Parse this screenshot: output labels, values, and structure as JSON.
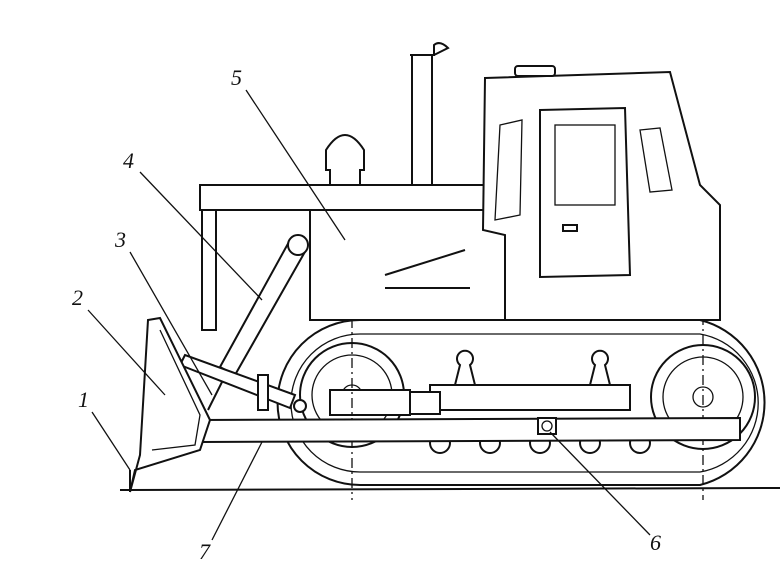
{
  "diagram": {
    "subject": "bulldozer",
    "labels": [
      {
        "number": "1"
      },
      {
        "number": "2"
      },
      {
        "number": "3"
      },
      {
        "number": "4"
      },
      {
        "number": "5"
      },
      {
        "number": "6"
      },
      {
        "number": "7"
      }
    ]
  }
}
